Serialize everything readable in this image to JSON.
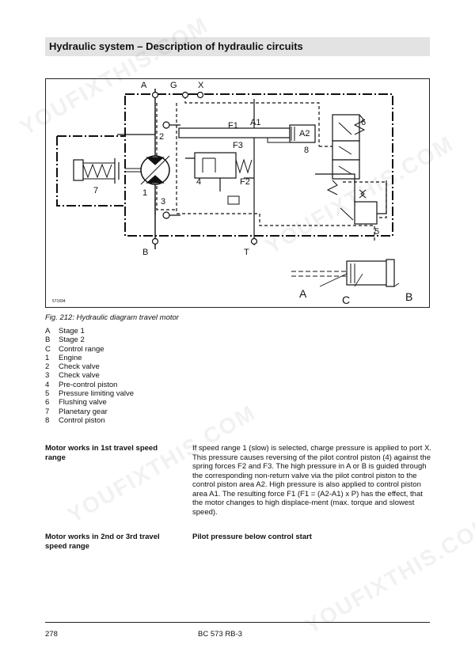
{
  "header": {
    "title": "Hydraulic system – Description of hydraulic circuits"
  },
  "diagram": {
    "id_number": "571694",
    "port_labels": [
      "A",
      "G",
      "X",
      "B",
      "T"
    ],
    "component_labels": [
      "1",
      "2",
      "3",
      "4",
      "5",
      "6",
      "7",
      "8",
      "F1",
      "A1",
      "A2",
      "F2",
      "F3"
    ],
    "inset_labels": [
      "A",
      "C",
      "B"
    ]
  },
  "figure": {
    "number": "Fig.  212:",
    "caption": "Hydraulic diagram travel motor"
  },
  "legend": [
    {
      "key": "A",
      "value": "Stage 1"
    },
    {
      "key": "B",
      "value": "Stage 2"
    },
    {
      "key": "C",
      "value": "Control range"
    },
    {
      "key": "1",
      "value": "Engine"
    },
    {
      "key": "2",
      "value": "Check valve"
    },
    {
      "key": "3",
      "value": "Check valve"
    },
    {
      "key": "4",
      "value": "Pre-control piston"
    },
    {
      "key": "5",
      "value": "Pressure limiting valve"
    },
    {
      "key": "6",
      "value": "Flushing valve"
    },
    {
      "key": "7",
      "value": "Planetary gear"
    },
    {
      "key": "8",
      "value": "Control piston"
    }
  ],
  "sections": [
    {
      "heading": "Motor works in 1st travel speed range",
      "body": "If speed range 1 (slow) is selected, charge pressure is applied to port X. This pressure causes reversing of the pilot control piston (4) against the spring forces F2 and F3. The high pressure in A or B is guided through the corresponding non-return valve via the pilot control piston to the control piston area A2. High pressure is also applied to control piston area A1. The resulting force F1 (F1 = (A2-A1) x P) has the effect, that the motor changes to high displace-ment (max. torque and slowest speed)."
    },
    {
      "heading": "Motor works in 2nd or 3rd travel speed range",
      "body": "Pilot pressure below control start"
    }
  ],
  "footer": {
    "page_number": "278",
    "document_id": "BC 573 RB-3"
  },
  "watermark": {
    "text": "YOUFIXTHIS.COM"
  }
}
